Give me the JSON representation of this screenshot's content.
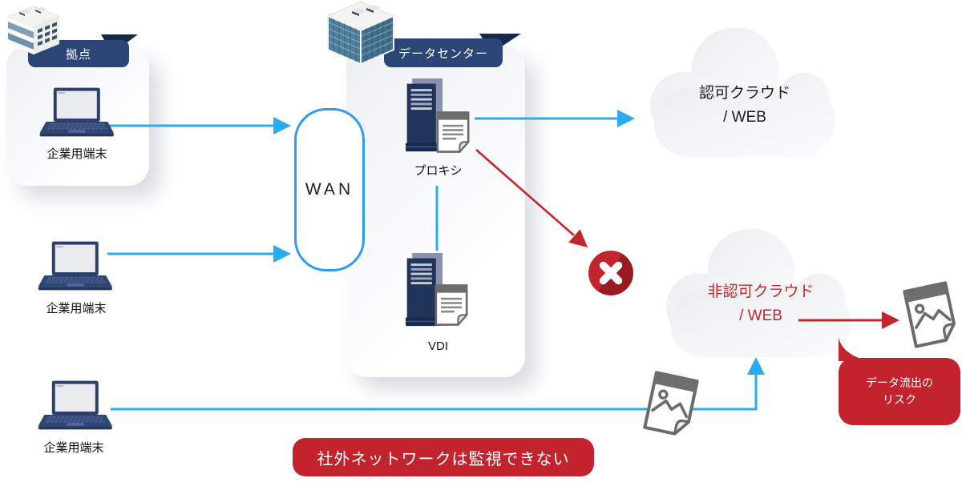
{
  "branch": {
    "banner": "拠点"
  },
  "terminals": [
    {
      "label": "企業用端末"
    },
    {
      "label": "企業用端末"
    },
    {
      "label": "企業用端末"
    }
  ],
  "wan": {
    "label": "WAN"
  },
  "datacenter": {
    "banner": "データセンター",
    "proxy_label": "プロキシ",
    "vdi_label": "VDI"
  },
  "cloud_approved": {
    "line1": "認可クラウド",
    "line2": "/ WEB"
  },
  "cloud_unapproved": {
    "line1": "非認可クラウド",
    "line2": "/ WEB"
  },
  "risk_bubble": {
    "line1": "データ流出の",
    "line2": "リスク"
  },
  "warning_banner": {
    "label": "社外ネットワークは監視できない"
  },
  "colors": {
    "line_blue": "#29ACF0",
    "line_red": "#C1272D",
    "ribbon_navy": "#2B4576",
    "ribbon_fold_navy": "#15294D",
    "alert_red": "#C3232D"
  }
}
